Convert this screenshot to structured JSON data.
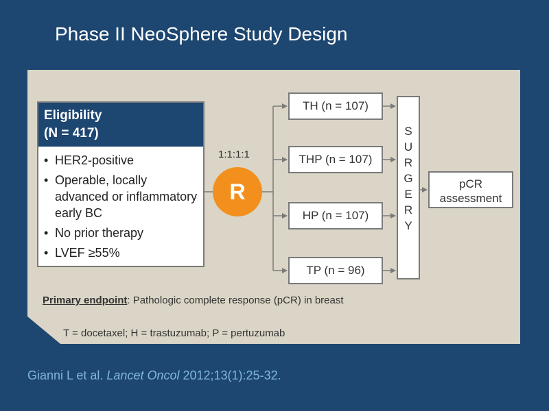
{
  "title": "Phase II NeoSphere Study Design",
  "eligibility": {
    "header_line1": "Eligibility",
    "header_line2": "(N = 417)",
    "criteria": [
      "HER2-positive",
      "Operable, locally advanced or inflammatory early BC",
      "No prior therapy",
      "LVEF ≥55%"
    ]
  },
  "randomization": {
    "symbol": "R",
    "ratio": "1:1:1:1"
  },
  "arms": [
    "TH (n = 107)",
    "THP (n = 107)",
    "HP (n = 107)",
    "TP (n = 96)"
  ],
  "surgery_letters": [
    "S",
    "U",
    "R",
    "G",
    "E",
    "R",
    "Y"
  ],
  "outcome": {
    "line1": "pCR",
    "line2": "assessment"
  },
  "primary_endpoint": {
    "label": "Primary endpoint",
    "text": ": Pathologic complete response (pCR) in breast"
  },
  "abbreviations": "T = docetaxel; H = trastuzumab; P = pertuzumab",
  "citation": {
    "authors": "Gianni L et al. ",
    "journal": "Lancet Oncol",
    "ref": " 2012;13(1):25-32."
  },
  "colors": {
    "background": "#1d4670",
    "panel": "#dad5c6",
    "randomization": "#f3901d",
    "citation": "#7fb7e0"
  }
}
